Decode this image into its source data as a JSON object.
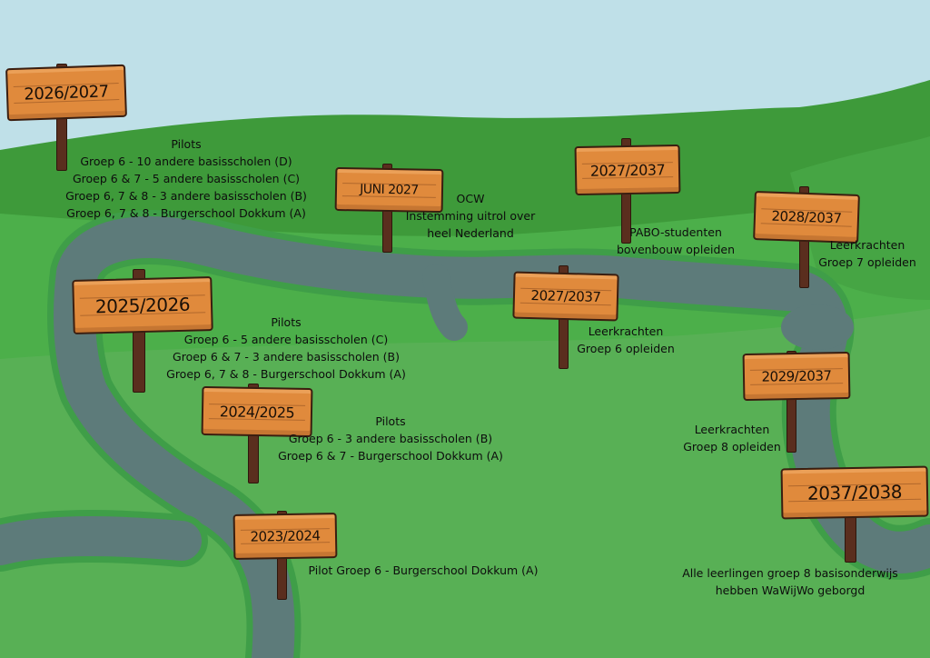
{
  "signs": [
    {
      "id": "2026-2027",
      "label": "2026/2027"
    },
    {
      "id": "juni-2027",
      "label": "JUNI 2027"
    },
    {
      "id": "2027-2037-a",
      "label": "2027/2037"
    },
    {
      "id": "2028-2037",
      "label": "2028/2037"
    },
    {
      "id": "2025-2026",
      "label": "2025/2026"
    },
    {
      "id": "2027-2037-b",
      "label": "2027/2037"
    },
    {
      "id": "2029-2037",
      "label": "2029/2037"
    },
    {
      "id": "2024-2025",
      "label": "2024/2025"
    },
    {
      "id": "2037-2038",
      "label": "2037/2038"
    },
    {
      "id": "2023-2024",
      "label": "2023/2024"
    }
  ],
  "notes": {
    "n2026": [
      "Pilots",
      "Groep 6 - 10 andere basisscholen (D)",
      "Groep 6 & 7 - 5 andere basisscholen (C)",
      "Groep 6, 7 & 8 - 3 andere basisscholen (B)",
      "Groep 6, 7 & 8 - Burgerschool Dokkum (A)"
    ],
    "njuni": [
      "OCW",
      "Instemming uitrol over",
      "heel Nederland"
    ],
    "n2027a": [
      "PABO-studenten",
      "bovenbouw opleiden"
    ],
    "n2028": [
      "Leerkrachten",
      "Groep 7 opleiden"
    ],
    "n2025": [
      "Pilots",
      "Groep 6 - 5 andere basisscholen (C)",
      "Groep 6 & 7 - 3 andere basisscholen (B)",
      "Groep 6, 7 & 8 - Burgerschool Dokkum (A)"
    ],
    "n2027b": [
      "Leerkrachten",
      "Groep 6 opleiden"
    ],
    "n2029": [
      "Leerkrachten",
      "Groep 8 opleiden"
    ],
    "n2024": [
      "Pilots",
      "Groep 6 - 3 andere basisscholen (B)",
      "Groep 6 & 7 - Burgerschool Dokkum (A)"
    ],
    "n2037": [
      "Alle leerlingen groep 8 basisonderwijs",
      "hebben WaWijWo geborgd"
    ],
    "n2023": [
      "Pilot Groep 6 - Burgerschool Dokkum (A)"
    ]
  },
  "colors": {
    "sky": "#bfe0e8",
    "hill_back": "#3e9a3a",
    "hill_mid": "#4caf4a",
    "field": "#58b055",
    "river": "#5d7b7a",
    "river_bank": "#3f9e48",
    "board": "#e08a3c",
    "post": "#5a2e1e"
  }
}
